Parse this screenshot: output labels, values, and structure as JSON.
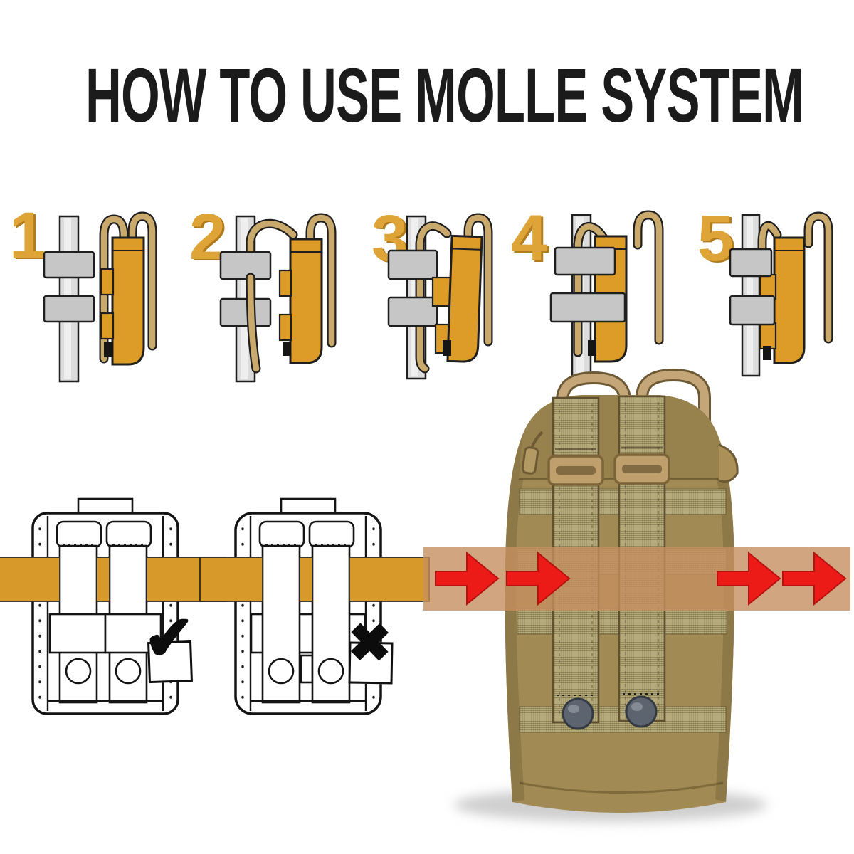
{
  "header": {
    "title": "HOW TO USE MOLLE SYSTEM"
  },
  "steps": {
    "number_color": "#DFA437",
    "items": [
      {
        "number": "1"
      },
      {
        "number": "2"
      },
      {
        "number": "3"
      },
      {
        "number": "4"
      },
      {
        "number": "5"
      }
    ]
  },
  "examples": {
    "belt_color": "#D8992B",
    "correct": {
      "icon": "✔",
      "state": "correct"
    },
    "incorrect": {
      "icon": "✖",
      "state": "incorrect"
    }
  },
  "photo": {
    "pouch_color": "#A28A54",
    "strap_color": "#B5AB7B",
    "band_color": "#C58E5F",
    "arrow_color": "#ED1B17",
    "arrow_direction": "right",
    "arrow_count": "4"
  }
}
